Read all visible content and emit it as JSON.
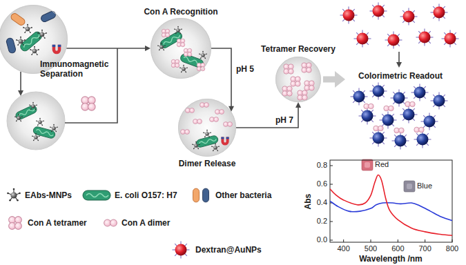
{
  "diagram": {
    "nodes": [
      {
        "text": [
          "Immunomagnetic Separation"
        ]
      },
      {
        "text": [
          "Con A Recognition"
        ]
      },
      {
        "text": [
          "Dimer Release"
        ]
      },
      {
        "text": [
          "Tetramer Recovery"
        ]
      },
      {
        "text": [
          "Colorimetric Readout"
        ]
      }
    ],
    "edges": [
      {
        "from": 0,
        "to": 1,
        "arrow": "to"
      },
      {
        "from": 1,
        "to": 2,
        "label": "pH 5",
        "arrow": "to"
      },
      {
        "from": 2,
        "to": 3,
        "label": "pH 7",
        "arrow": "to"
      },
      {
        "from": 3,
        "to": 4,
        "arrow": "to"
      }
    ],
    "labels": [
      "Red",
      "Blue",
      "Abs",
      "Wavelength /nm",
      "0.8",
      "0.6",
      "0.4",
      "0.2",
      "0.0",
      "400",
      "500",
      "600",
      "700",
      "800"
    ],
    "legend": [
      {
        "text": "EAbs-MNPs"
      },
      {
        "text": "E. coli O157: H7"
      },
      {
        "text": "Other bacteria"
      },
      {
        "text": "Con A tetramer"
      },
      {
        "text": "Con A dimer"
      },
      {
        "text": "Dextran@AuNPs"
      }
    ]
  }
}
